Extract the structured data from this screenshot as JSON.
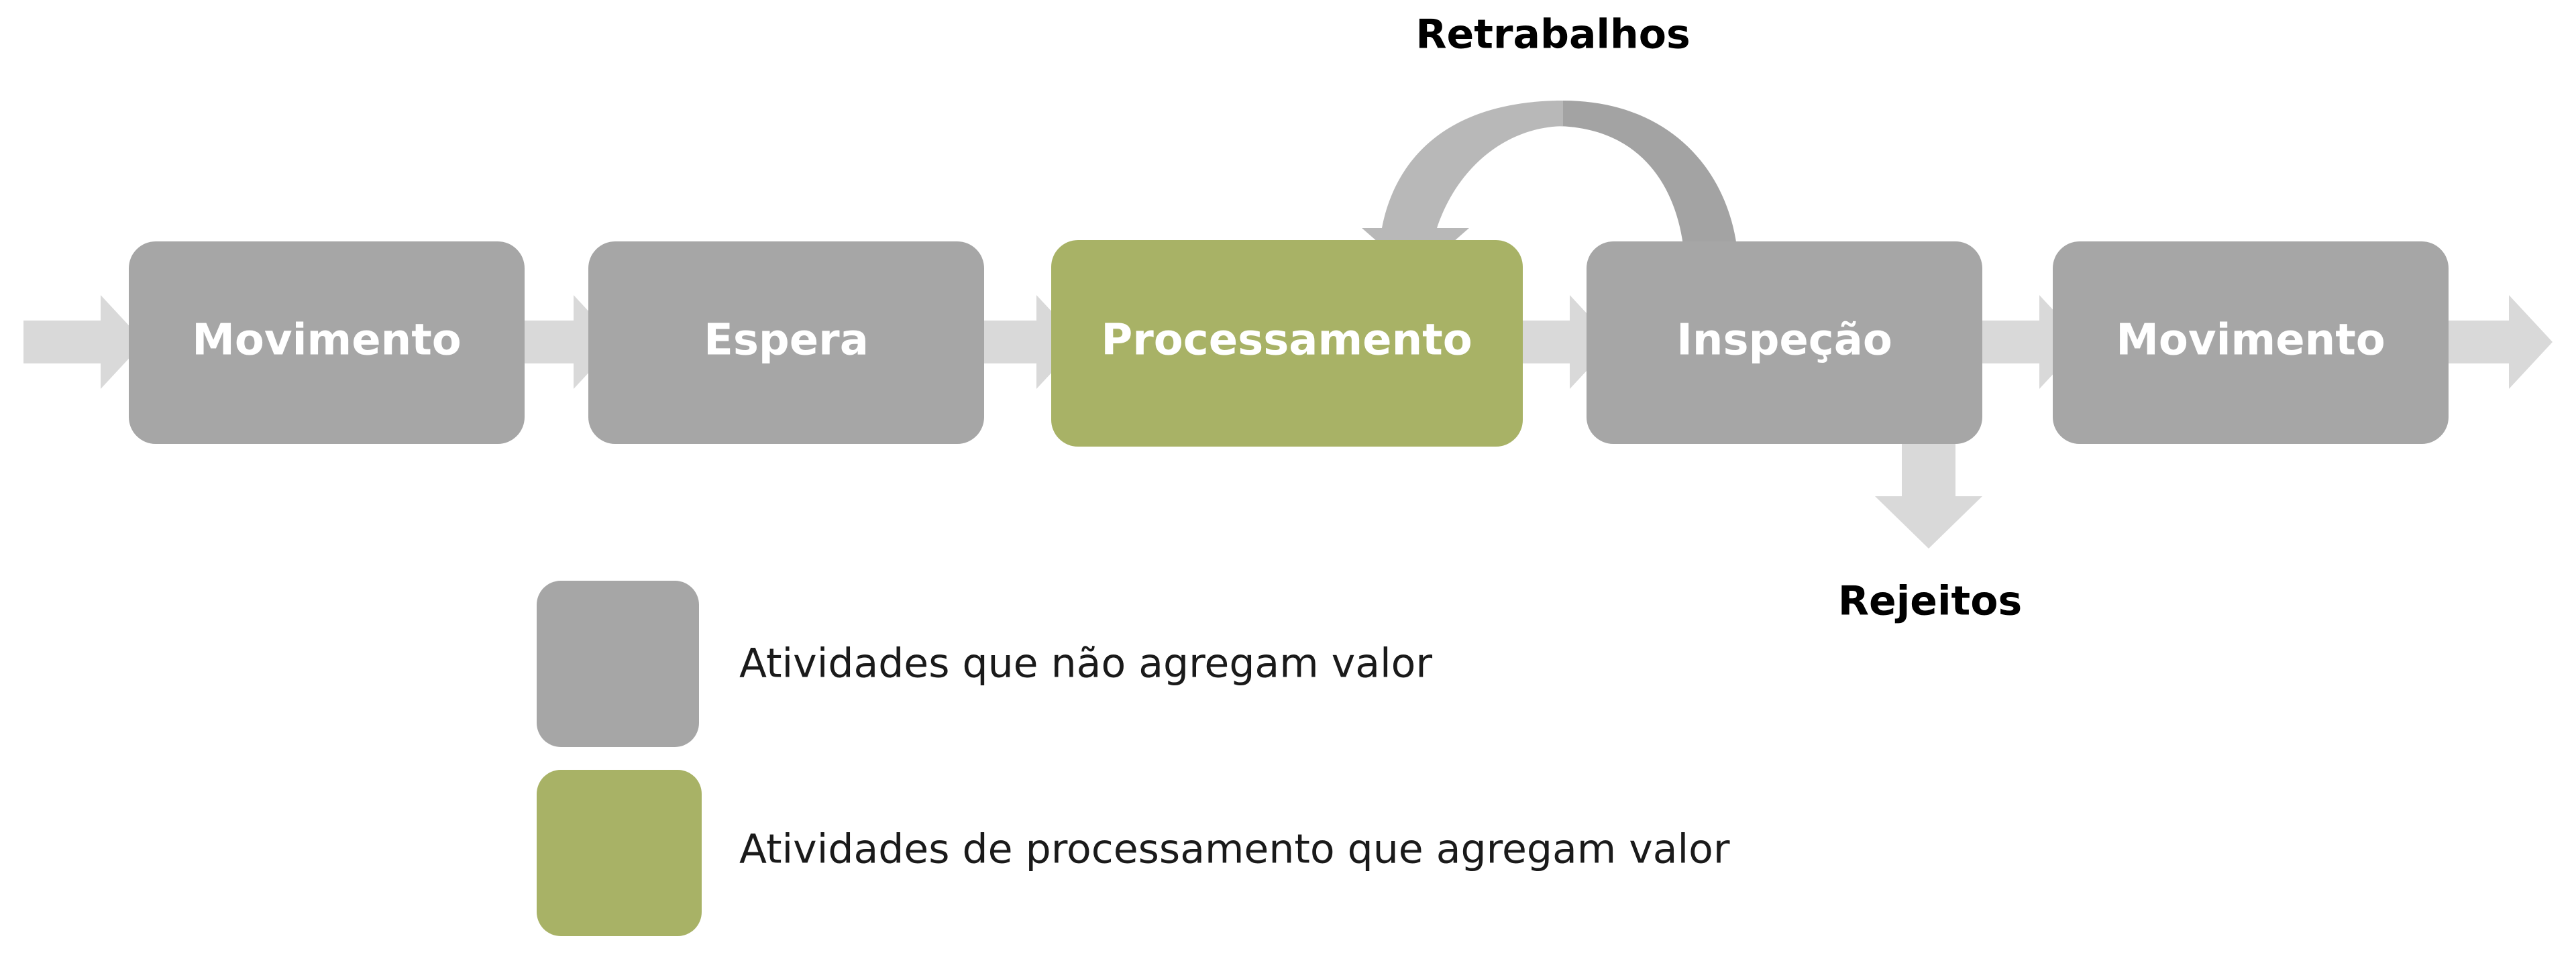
{
  "colors": {
    "gray_box": "#a6a6a6",
    "green_box": "#a8b266",
    "arrow_light": "#d9d9d9",
    "arrow_rework_left": "#b8b8b8",
    "arrow_rework_right": "#a3a3a3"
  },
  "steps": [
    {
      "label": "Movimento",
      "type": "non-value"
    },
    {
      "label": "Espera",
      "type": "non-value"
    },
    {
      "label": "Processamento",
      "type": "value"
    },
    {
      "label": "Inspeção",
      "type": "non-value"
    },
    {
      "label": "Movimento",
      "type": "non-value"
    }
  ],
  "annotations": {
    "rework": "Retrabalhos",
    "rejects": "Rejeitos"
  },
  "legend": {
    "non_value": "Atividades que não agregam valor",
    "value": "Atividades de processamento que agregam valor"
  }
}
